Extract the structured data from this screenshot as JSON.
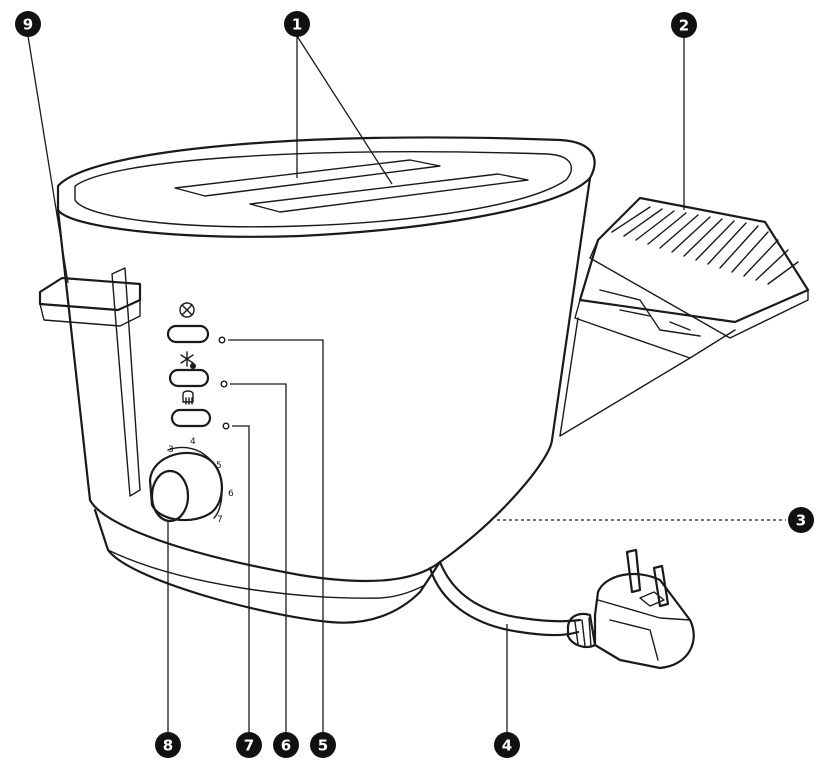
{
  "callouts": [
    {
      "id": "1",
      "label": "1"
    },
    {
      "id": "2",
      "label": "2"
    },
    {
      "id": "3",
      "label": "3"
    },
    {
      "id": "4",
      "label": "4"
    },
    {
      "id": "5",
      "label": "5"
    },
    {
      "id": "6",
      "label": "6"
    },
    {
      "id": "7",
      "label": "7"
    },
    {
      "id": "8",
      "label": "8"
    },
    {
      "id": "9",
      "label": "9"
    }
  ],
  "dial": {
    "numbers": [
      "3",
      "4",
      "5",
      "6",
      "7"
    ]
  },
  "icons": {
    "cancel": "cancel-icon",
    "defrost": "snowflake-icon",
    "reheat": "toast-icon"
  },
  "colors": {
    "line": "#1a1a1a",
    "badge": "#111111",
    "badge_text": "#ffffff"
  }
}
